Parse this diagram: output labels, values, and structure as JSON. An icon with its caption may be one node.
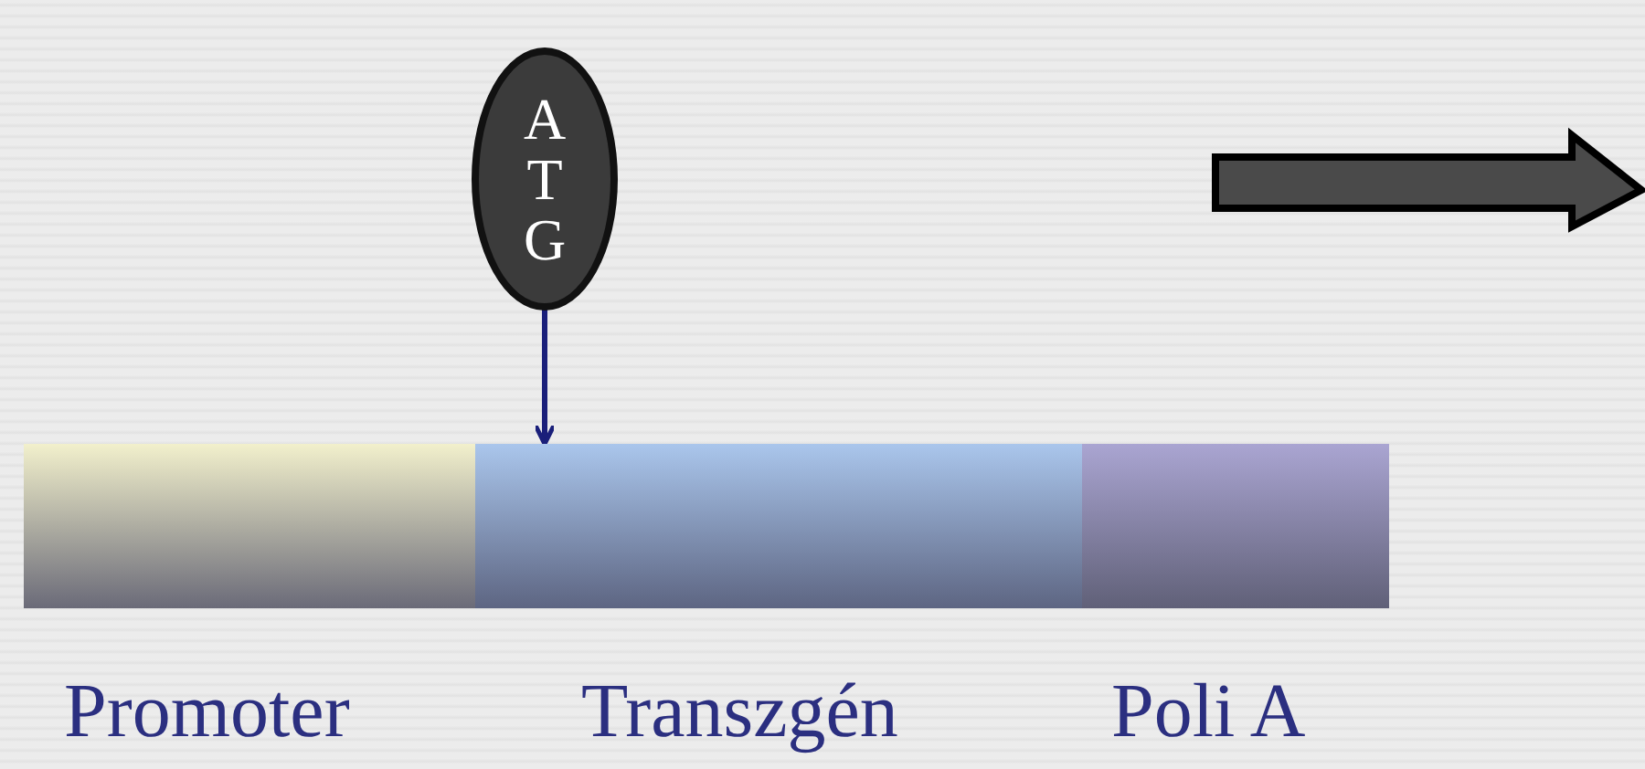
{
  "diagram": {
    "nodes": [
      {
        "text": [
          "A T G"
        ]
      },
      {
        "text": [
          "Promoter"
        ]
      },
      {
        "text": [
          "Transzgén"
        ]
      },
      {
        "text": [
          "Poli A"
        ]
      }
    ],
    "edges": [
      {
        "from": 0,
        "to": 2,
        "arrow": "to"
      }
    ]
  }
}
